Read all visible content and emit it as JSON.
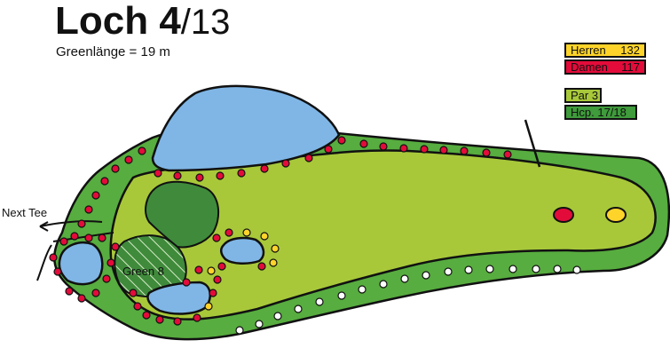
{
  "hole": {
    "title_bold": "Loch 4",
    "title_rest": "/13",
    "green_length": "Greenlänge = 19  m"
  },
  "tees": {
    "herren_label": "Herren",
    "herren_value": "132",
    "damen_label": "Damen",
    "damen_value": "117"
  },
  "info": {
    "par": "Par 3",
    "hcp": "Hcp. 17/18"
  },
  "map": {
    "next_tee": "Next Tee",
    "green_8": "Green 8"
  },
  "colors": {
    "rough": "#57ad3f",
    "fairway": "#a8c83a",
    "water": "#7fb6e6",
    "trees": "#3f8b3b",
    "tee_red": "#e30b3a",
    "tee_yellow": "#ffd42a"
  }
}
